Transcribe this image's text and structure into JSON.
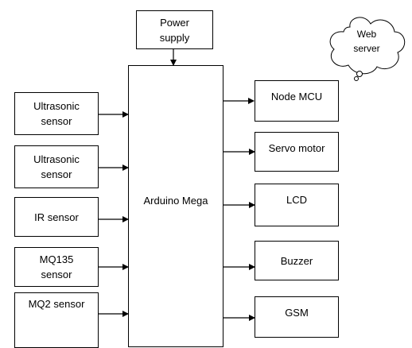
{
  "power_supply": "Power\nsupply",
  "web_server": "Web\nserver",
  "mcu": "Arduino Mega",
  "inputs": [
    "Ultrasonic\nsensor",
    "Ultrasonic\nsensor",
    "IR sensor",
    "MQ135\nsensor",
    "MQ2 sensor"
  ],
  "outputs": [
    "Node MCU",
    "Servo motor",
    "LCD",
    "Buzzer",
    "GSM"
  ]
}
